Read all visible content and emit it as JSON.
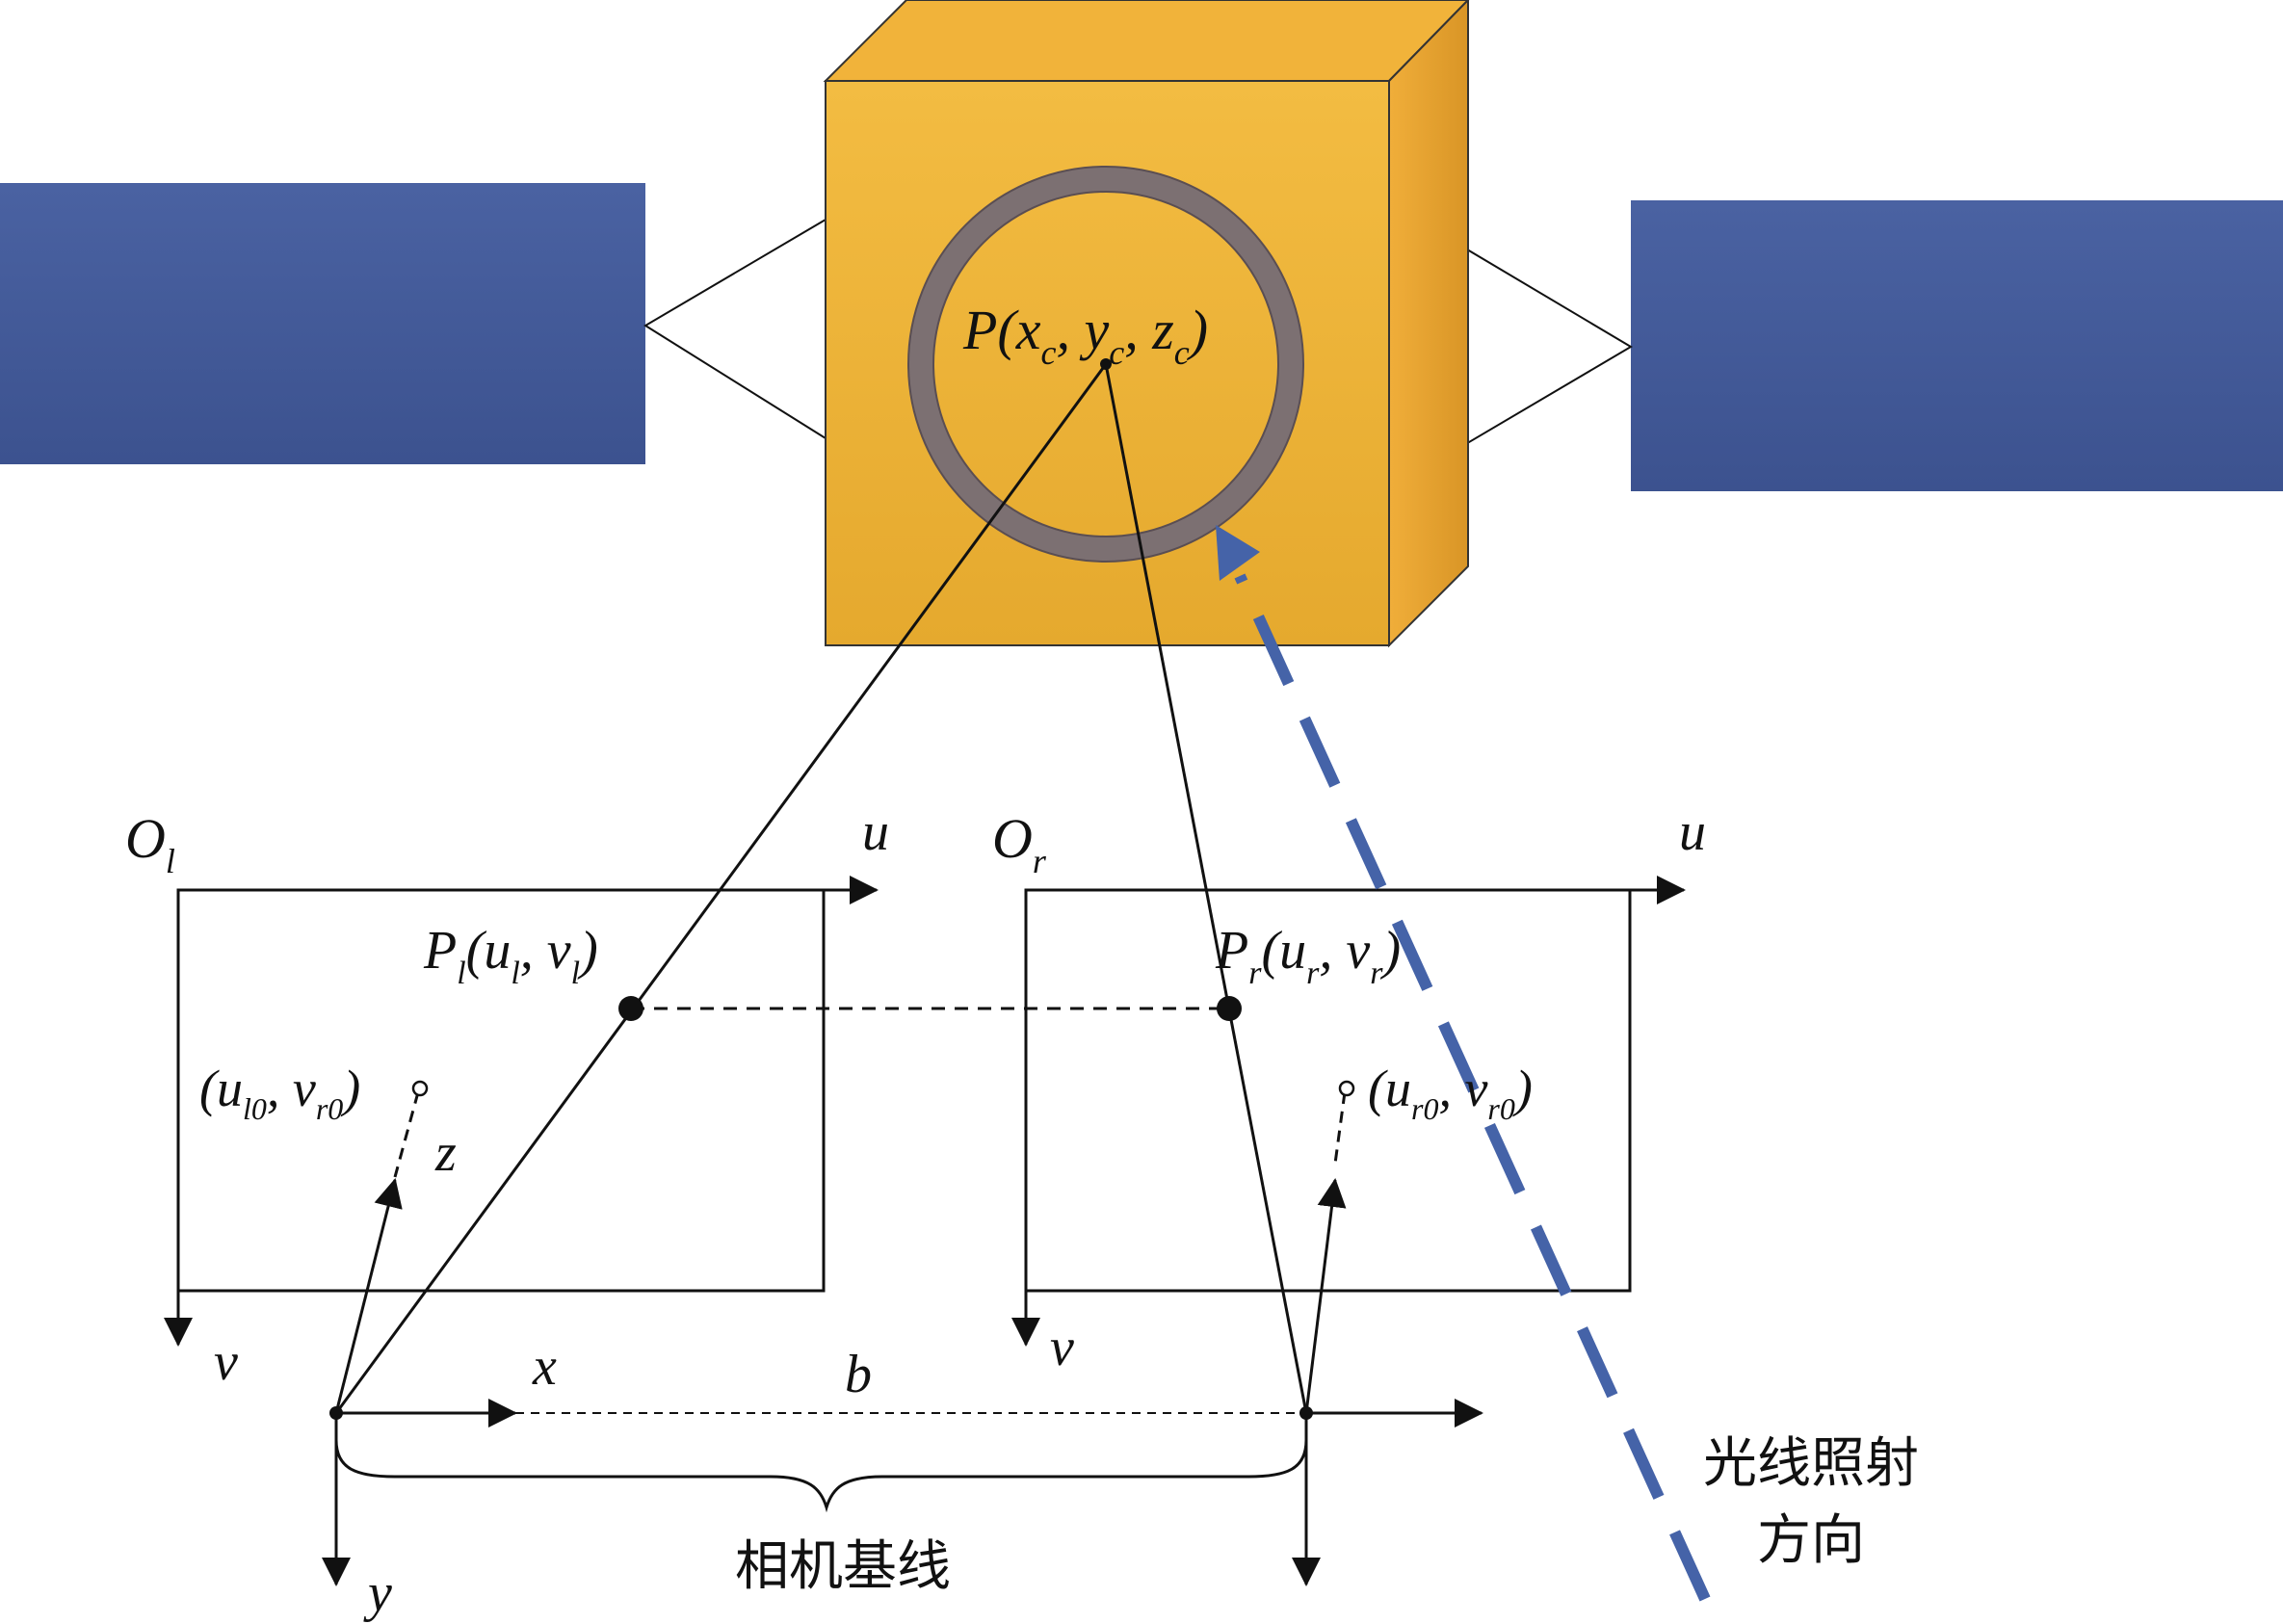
{
  "colors": {
    "panel": "#43599a",
    "box_face": "#efb53a",
    "box_side": "#e8a632",
    "ring": "#7c7072",
    "light_ray": "#4563a8",
    "line": "#111111"
  },
  "labels": {
    "point_P": {
      "main": "P(x",
      "s1": "c",
      "m2": ", y",
      "s2": "c",
      "m3": ", z",
      "s3": "c",
      "end": ")"
    },
    "left_origin": {
      "main": "O",
      "sub": "l"
    },
    "right_origin": {
      "main": "O",
      "sub": "r"
    },
    "u_left": "u",
    "u_right": "u",
    "v_left": "v",
    "v_right": "v",
    "point_Pl": {
      "a": "P",
      "as": "l",
      "b": "(u",
      "bs": "l",
      "c": ", v",
      "cs": "l",
      "d": ")"
    },
    "point_Pr": {
      "a": "P",
      "as": "r",
      "b": "(u",
      "bs": "r",
      "c": ", v",
      "cs": "r",
      "d": ")"
    },
    "principal_left": {
      "a": "(u",
      "as": "l0",
      "b": ", v",
      "bs": "r0",
      "c": ")"
    },
    "principal_right": {
      "a": "(u",
      "as": "r0",
      "b": ", v",
      "bs": "r0",
      "c": ")"
    },
    "z_axis": "z",
    "x_axis": "x",
    "y_axis": "y",
    "baseline_length": "b",
    "baseline_caption": "相机基线",
    "light_caption_line1": "光线照射",
    "light_caption_line2": "方向"
  }
}
